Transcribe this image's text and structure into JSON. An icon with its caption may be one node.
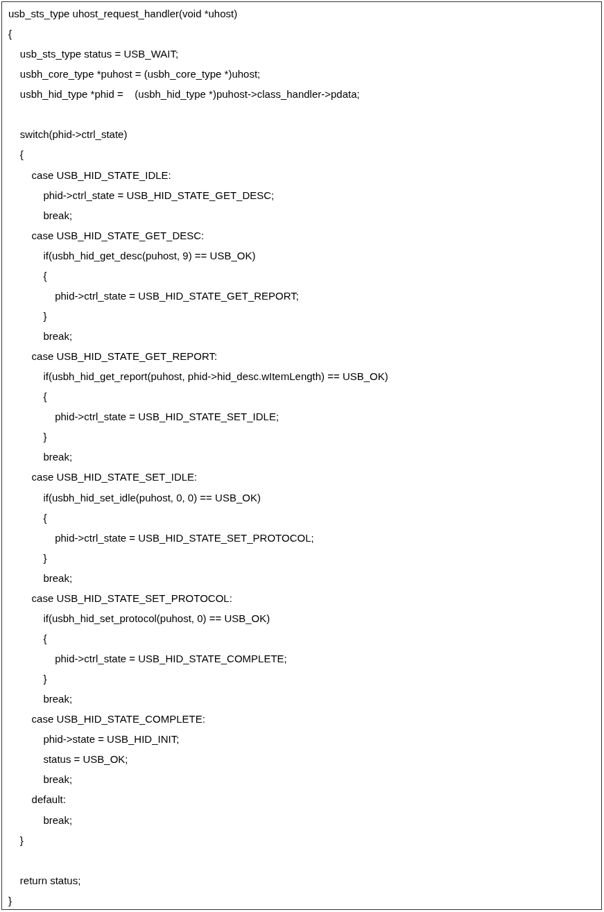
{
  "diagram": {
    "nodes": [
      {
        "text": [
          "usb_sts_type uhost_request_handler(void *uhost)",
          "{",
          "usb_sts_type status = USB_WAIT;",
          "usbh_core_type *puhost = (usbh_core_type *)uhost;",
          "usbh_hid_type *phid =    (usbh_hid_type *)puhost->class_handler->pdata;",
          "switch(phid->ctrl_state)",
          "{",
          "case USB_HID_STATE_IDLE:",
          "phid->ctrl_state = USB_HID_STATE_GET_DESC;",
          "break;",
          "case USB_HID_STATE_GET_DESC:",
          "if(usbh_hid_get_desc(puhost, 9) == USB_OK)",
          "{",
          "phid->ctrl_state = USB_HID_STATE_GET_REPORT;",
          "}",
          "break;",
          "case USB_HID_STATE_GET_REPORT:",
          "if(usbh_hid_get_report(puhost, phid->hid_desc.wItemLength) == USB_OK)",
          "{",
          "phid->ctrl_state = USB_HID_STATE_SET_IDLE;",
          "}",
          "break;",
          "case USB_HID_STATE_SET_IDLE:",
          "if(usbh_hid_set_idle(puhost, 0, 0) == USB_OK)",
          "{",
          "phid->ctrl_state = USB_HID_STATE_SET_PROTOCOL;",
          "}",
          "break;",
          "case USB_HID_STATE_SET_PROTOCOL:",
          "if(usbh_hid_set_protocol(puhost, 0) == USB_OK)",
          "{",
          "phid->ctrl_state = USB_HID_STATE_COMPLETE;",
          "}",
          "break;",
          "case USB_HID_STATE_COMPLETE:",
          "phid->state = USB_HID_INIT;",
          "status = USB_OK;",
          "break;",
          "default:",
          "break;",
          "}",
          "return status;",
          "}"
        ]
      }
    ]
  }
}
